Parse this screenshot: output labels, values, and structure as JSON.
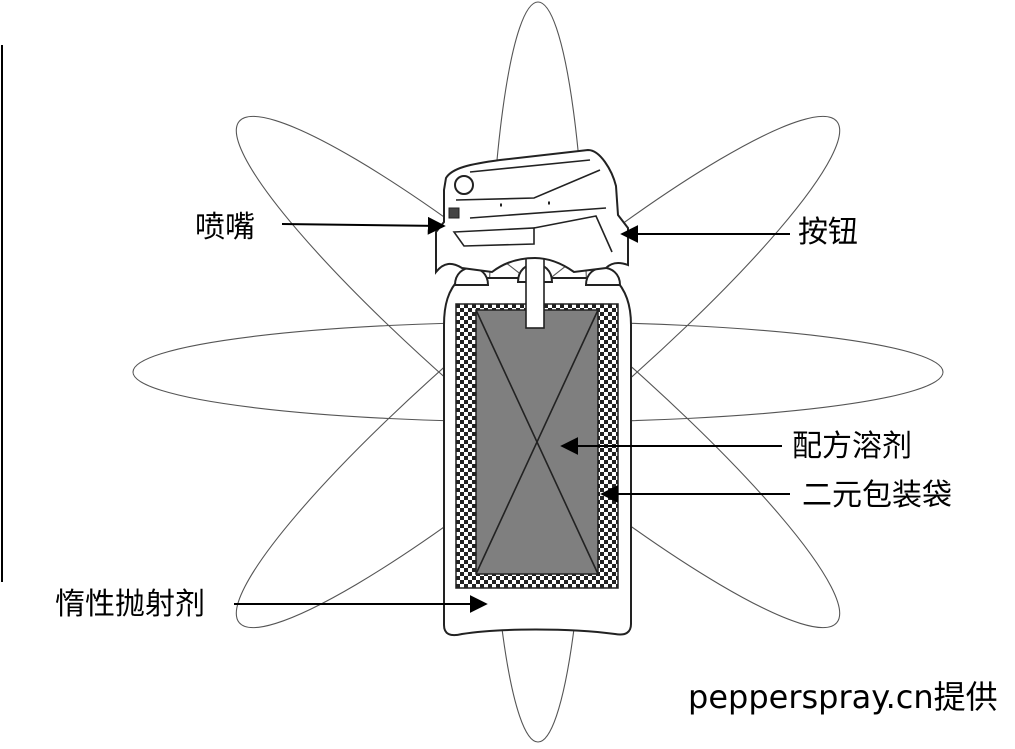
{
  "labels": {
    "nozzle": "喷嘴",
    "button": "按钮",
    "formula_solvent": "配方溶剂",
    "binary_bag": "二元包装袋",
    "inert_propellant": "惰性抛射剂"
  },
  "credit": "pepperspray.cn提供",
  "colors": {
    "solvent_fill": "#7f7f7f",
    "outline": "#222222",
    "background": "#ffffff"
  }
}
